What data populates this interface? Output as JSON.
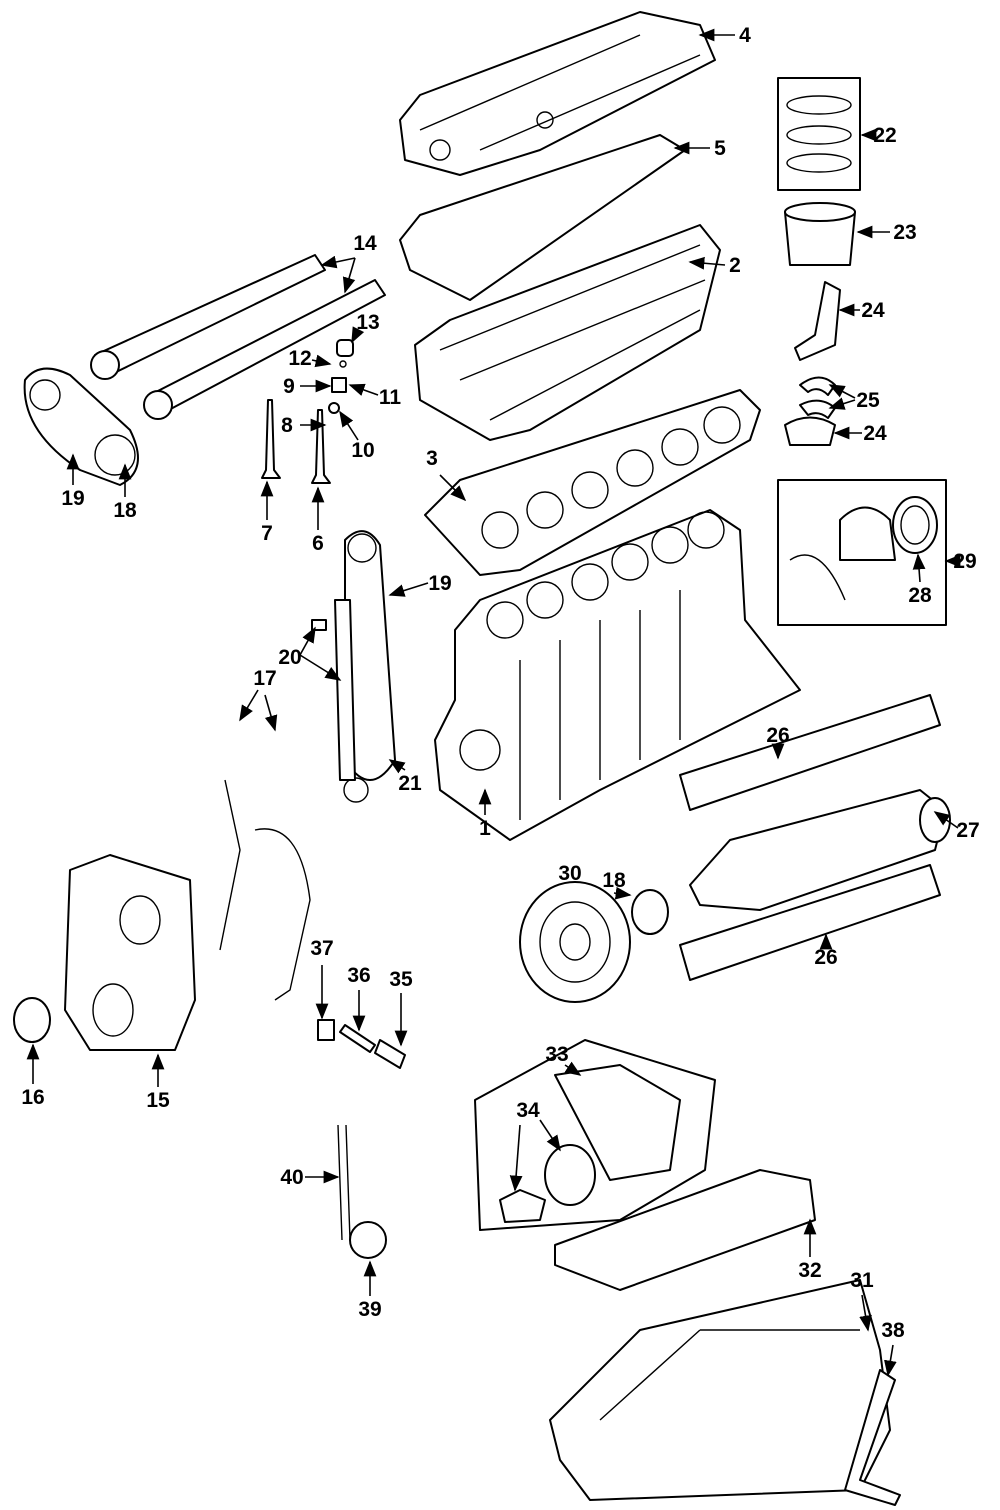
{
  "diagram": {
    "type": "exploded parts diagram",
    "callouts": [
      {
        "number": "4"
      },
      {
        "number": "5"
      },
      {
        "number": "22"
      },
      {
        "number": "23"
      },
      {
        "number": "2"
      },
      {
        "number": "14"
      },
      {
        "number": "13"
      },
      {
        "number": "12"
      },
      {
        "number": "11"
      },
      {
        "number": "9"
      },
      {
        "number": "10"
      },
      {
        "number": "8"
      },
      {
        "number": "7"
      },
      {
        "number": "6"
      },
      {
        "number": "3"
      },
      {
        "number": "24"
      },
      {
        "number": "25"
      },
      {
        "number": "24"
      },
      {
        "number": "19"
      },
      {
        "number": "18"
      },
      {
        "number": "29"
      },
      {
        "number": "28"
      },
      {
        "number": "19"
      },
      {
        "number": "20"
      },
      {
        "number": "21"
      },
      {
        "number": "26"
      },
      {
        "number": "27"
      },
      {
        "number": "1"
      },
      {
        "number": "17"
      },
      {
        "number": "30"
      },
      {
        "number": "18"
      },
      {
        "number": "26"
      },
      {
        "number": "37"
      },
      {
        "number": "36"
      },
      {
        "number": "35"
      },
      {
        "number": "16"
      },
      {
        "number": "15"
      },
      {
        "number": "33"
      },
      {
        "number": "34"
      },
      {
        "number": "40"
      },
      {
        "number": "32"
      },
      {
        "number": "31"
      },
      {
        "number": "38"
      },
      {
        "number": "39"
      }
    ]
  }
}
